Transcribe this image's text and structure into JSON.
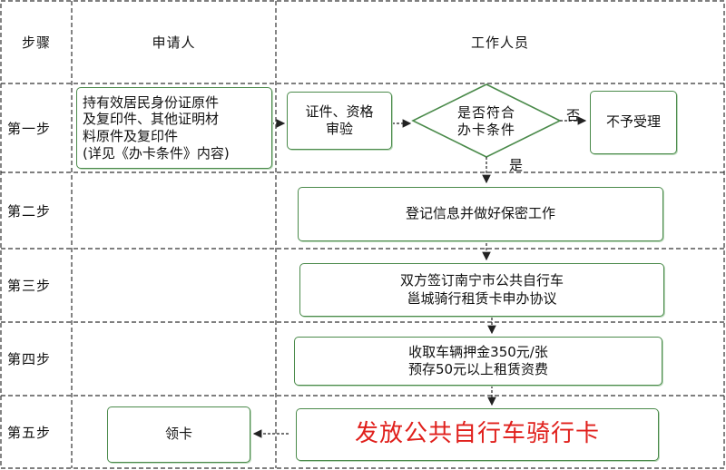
{
  "header": {
    "col1": "步骤",
    "col2": "申请人",
    "col3": "工作人员"
  },
  "steps": [
    {
      "label": "第一步"
    },
    {
      "label": "第二步"
    },
    {
      "label": "第三步"
    },
    {
      "label": "第四步"
    },
    {
      "label": "第五步"
    }
  ],
  "boxes": {
    "applicant_docs": {
      "lines": [
        "持有效居民身份证原件",
        "及复印件、其他证明材",
        "料原件及复印件",
        "(详见《办卡条件》内容)"
      ]
    },
    "verify": {
      "lines": [
        "证件、资格",
        "审验"
      ]
    },
    "decision": {
      "lines": [
        "是否符合",
        "办卡条件"
      ]
    },
    "reject": {
      "text": "不予受理"
    },
    "register": {
      "text": "登记信息并做好保密工作"
    },
    "agreement": {
      "lines": [
        "双方签订南宁市公共自行车",
        "邕城骑行租赁卡申办协议"
      ]
    },
    "deposit": {
      "lines": [
        "收取车辆押金350元/张",
        "预存50元以上租赁资费"
      ]
    },
    "issue_card": {
      "text": "发放公共自行车骑行卡"
    },
    "receive_card": {
      "text": "领卡"
    }
  },
  "branch": {
    "no": "否",
    "yes": "是"
  },
  "colors": {
    "box_border": "#4a8a4a",
    "issue_text": "#e0201c",
    "grid_line": "#333333"
  }
}
